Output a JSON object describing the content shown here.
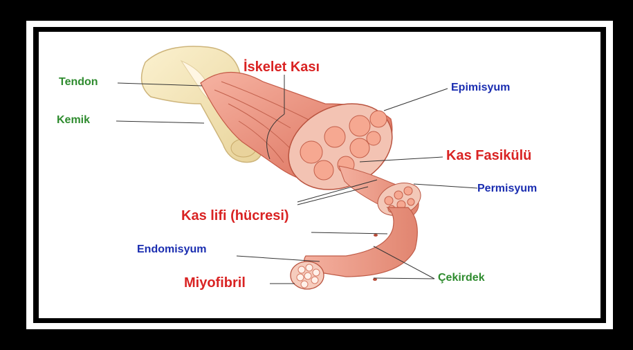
{
  "labels": {
    "tendon": "Tendon",
    "kemik": "Kemik",
    "iskelet_kasi": "İskelet Kası",
    "epimisyum": "Epimisyum",
    "kas_fasikulu": "Kas Fasikülü",
    "permisyum": "Permisyum",
    "kas_lifi": "Kas lifi (hücresi)",
    "endomisyum": "Endomisyum",
    "miyofibril": "Miyofibril",
    "cekirdek": "Çekirdek"
  },
  "colors": {
    "green_label": "#2e8b2e",
    "blue_label": "#1a2db0",
    "red_label": "#d92323",
    "muscle": "#f0a090",
    "muscle_dark": "#d9735f",
    "bone": "#f6e7b8"
  }
}
